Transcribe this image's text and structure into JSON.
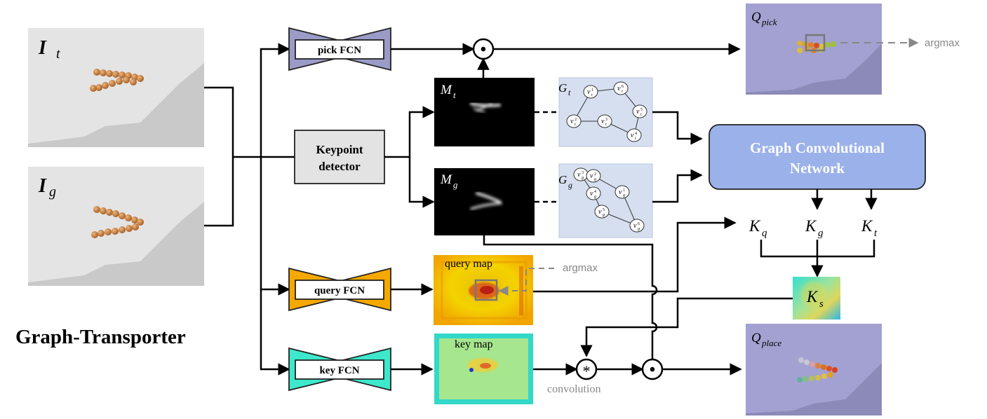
{
  "title": "Graph-Transporter",
  "inputs": {
    "current_label": "I",
    "current_sub": "t",
    "goal_label": "I",
    "goal_sub": "g"
  },
  "modules": {
    "pick_fcn": "pick FCN",
    "query_fcn": "query FCN",
    "key_fcn": "key FCN",
    "keypoint_line1": "Keypoint",
    "keypoint_line2": "detector",
    "gcn_line1": "Graph Convolutional",
    "gcn_line2": "Network"
  },
  "maps": {
    "mt_label": "M",
    "mt_sub": "t",
    "mg_label": "M",
    "mg_sub": "g",
    "query_map": "query map",
    "key_map": "key map"
  },
  "graphs": {
    "gt_label": "G",
    "gt_sub": "t",
    "gg_label": "G",
    "gg_sub": "g",
    "gt_nodes": [
      {
        "base": "v",
        "sup": "1",
        "sub": "t"
      },
      {
        "base": "v",
        "sup": "6",
        "sub": "t"
      },
      {
        "base": "v",
        "sup": "5",
        "sub": "t"
      },
      {
        "base": "v",
        "sup": "4",
        "sub": "t"
      },
      {
        "base": "v",
        "sup": "3",
        "sub": "t"
      },
      {
        "base": "v",
        "sup": "2",
        "sub": "t"
      }
    ],
    "gg_nodes": [
      {
        "base": "v",
        "sup": "3",
        "sub": "g"
      },
      {
        "base": "v",
        "sup": "2",
        "sub": "g"
      },
      {
        "base": "v",
        "sup": "4",
        "sub": "g"
      },
      {
        "base": "v",
        "sup": "1",
        "sub": "g"
      },
      {
        "base": "v",
        "sup": "5",
        "sub": "g"
      },
      {
        "base": "v",
        "sup": "6",
        "sub": "g"
      }
    ]
  },
  "outputs": {
    "q_pick": "Q",
    "q_pick_sub": "pick",
    "q_place": "Q",
    "q_place_sub": "place"
  },
  "kernels": {
    "kq": "K",
    "kq_sub": "q",
    "kg": "K",
    "kg_sub": "g",
    "kt": "K",
    "kt_sub": "t",
    "ks": "K",
    "ks_sub": "s"
  },
  "operators": {
    "hadamard": "•",
    "conv": "*",
    "conv_label": "convolution"
  },
  "annotations": {
    "argmax_pick": "argmax",
    "argmax_query": "argmax"
  },
  "colors": {
    "pick_fcn": "#9b9bc7",
    "query_fcn": "#f5a800",
    "key_fcn": "#3ee8cc",
    "gcn": "#9bb1e9",
    "keypoint": "#e3e3e3",
    "graph_panel": "#d6dff0",
    "q_panel": "#a3a1d1"
  }
}
